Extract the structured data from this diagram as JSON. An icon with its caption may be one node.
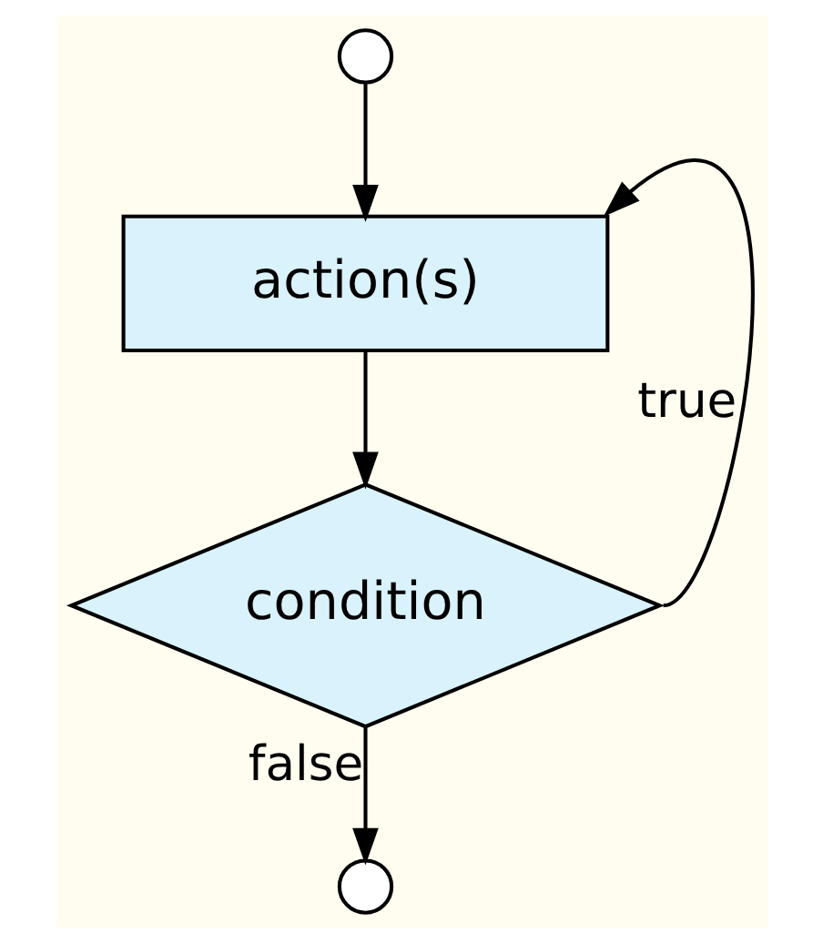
{
  "diagram": {
    "nodes": [
      {
        "text": [],
        "shape": "circle"
      },
      {
        "text": [
          "action(s)"
        ]
      },
      {
        "text": [
          "condition"
        ]
      },
      {
        "text": [],
        "shape": "circle"
      }
    ],
    "edges": [
      {
        "from": 0,
        "to": 1,
        "arrow": "to"
      },
      {
        "from": 1,
        "to": 2,
        "arrow": "to"
      },
      {
        "from": 2,
        "to": 1,
        "arrow": "to",
        "label": "true"
      },
      {
        "from": 2,
        "to": 3,
        "arrow": "to",
        "label": "false"
      }
    ]
  }
}
